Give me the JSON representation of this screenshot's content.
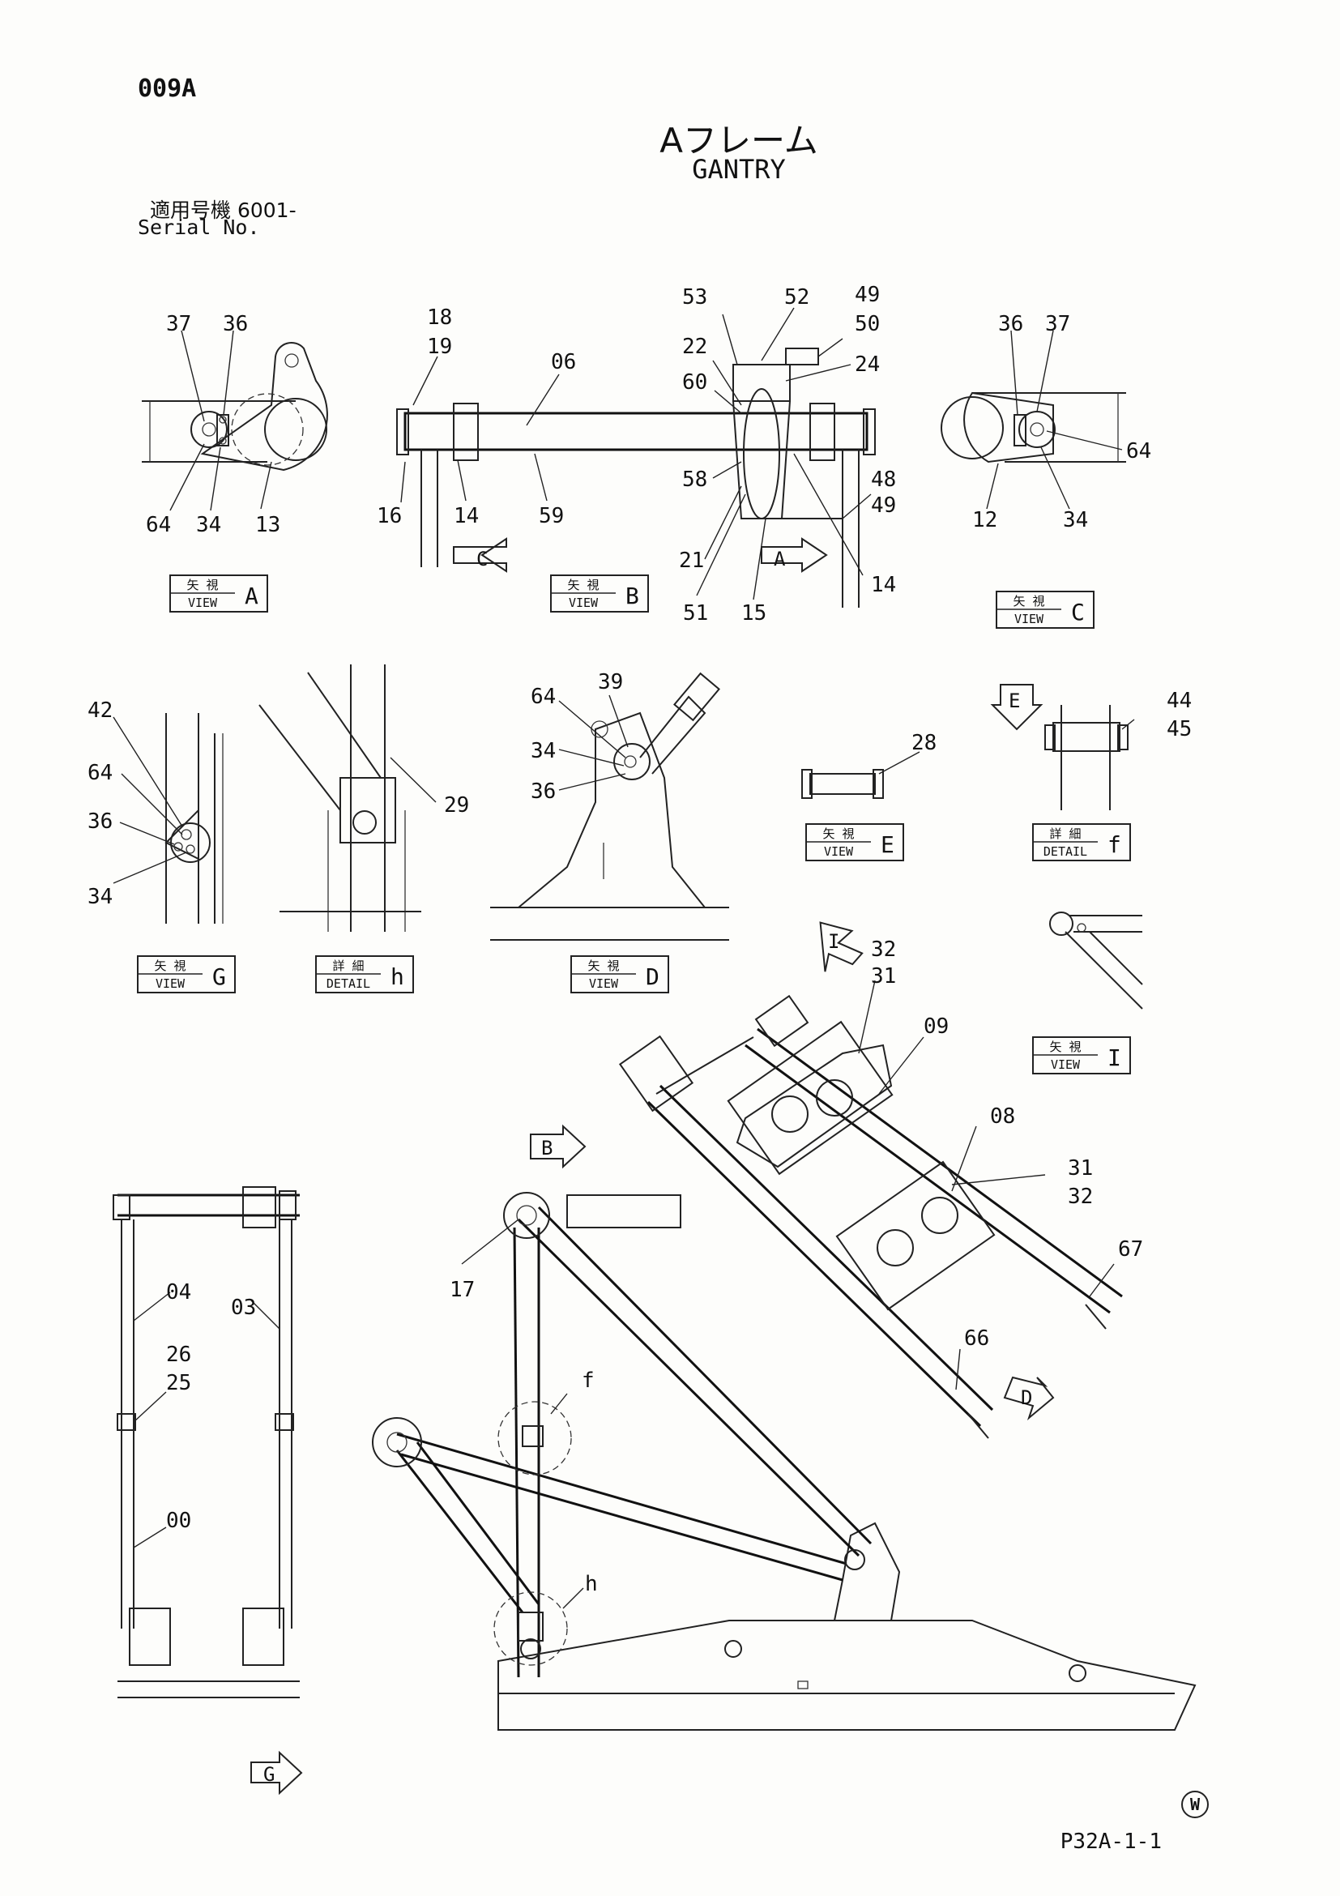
{
  "header": {
    "code": "009A",
    "title_jp": "Aフレーム",
    "title_en": "GANTRY",
    "serial_jp": "適用号機  6001-",
    "serial_en": "Serial No.",
    "page_number": "P32A-1-1",
    "watermark": "W"
  },
  "tag_text": {
    "view_jp": "矢 視",
    "view_en": "VIEW",
    "detail_jp": "詳 細",
    "detail_en": "DETAIL"
  },
  "tags": {
    "A": "A",
    "B": "B",
    "C": "C",
    "D": "D",
    "E": "E",
    "f": "f",
    "G": "G",
    "h": "h",
    "I": "I"
  },
  "markers": {
    "A": "A",
    "B": "B",
    "C": "C",
    "D": "D",
    "E": "E",
    "G": "G",
    "I": "I",
    "f": "f",
    "h": "h"
  },
  "labels": {
    "va_37": "37",
    "va_36": "36",
    "va_64": "64",
    "va_34": "34",
    "va_13": "13",
    "vb_18": "18",
    "vb_19": "19",
    "vb_06": "06",
    "vb_16": "16",
    "vb_14a": "14",
    "vb_59": "59",
    "vb_53": "53",
    "vb_52": "52",
    "vb_49a": "49",
    "vb_50": "50",
    "vb_22": "22",
    "vb_24": "24",
    "vb_60": "60",
    "vb_58": "58",
    "vb_48": "48",
    "vb_49b": "49",
    "vb_21": "21",
    "vb_14b": "14",
    "vb_51": "51",
    "vb_15": "15",
    "vc_36": "36",
    "vc_37": "37",
    "vc_64": "64",
    "vc_12": "12",
    "vc_34": "34",
    "vg_42": "42",
    "vg_64": "64",
    "vg_36": "36",
    "vg_34": "34",
    "dh_29": "29",
    "vd_39": "39",
    "vd_64": "64",
    "vd_34": "34",
    "vd_36": "36",
    "ve_28": "28",
    "df_44": "44",
    "df_45": "45",
    "vi_32": "32",
    "vi_31": "31",
    "vi_09": "09",
    "vi_08": "08",
    "vi_31b": "31",
    "vi_32b": "32",
    "vi_67": "67",
    "vi_66": "66",
    "m_04": "04",
    "m_03": "03",
    "m_26": "26",
    "m_25": "25",
    "m_00": "00",
    "m_17": "17"
  }
}
